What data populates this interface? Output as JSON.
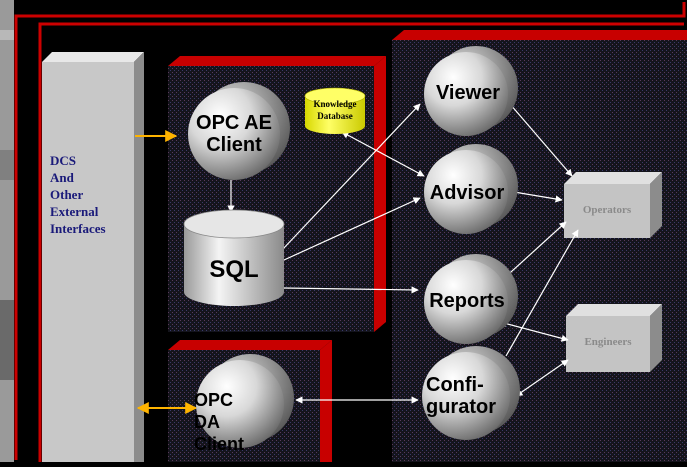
{
  "diagram": {
    "interfaces_label": "DCS\nAnd\nOther\nExternal\nInterfaces",
    "opc_ae_label": "OPC AE\nClient",
    "knowledge_db_label": "Knowledge\nDatabase",
    "sql_label": "SQL",
    "opc_da_label": "OPC DA\nClient",
    "viewer_label": "Viewer",
    "advisor_label": "Advisor",
    "reports_label": "Reports",
    "configurator_label": "Confi-\ngurator",
    "operators_label": "Operators",
    "engineers_label": "Engineers"
  },
  "colors": {
    "border_red": "#cc0000",
    "panel_red": "#c80000",
    "panel_dark": "#1a1a22",
    "interface_gray": "#c8c8c8",
    "knowledge_yellow": "#ffff33",
    "connector_orange": "#ffb400",
    "connector_white": "#ffffff"
  }
}
